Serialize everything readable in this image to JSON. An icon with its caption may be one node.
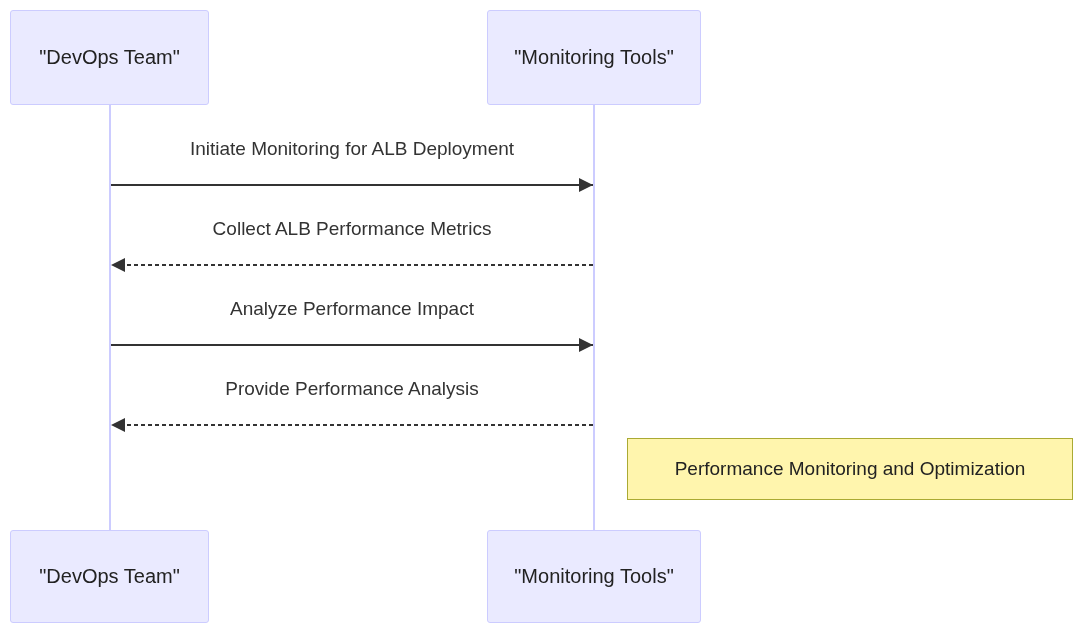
{
  "diagram": {
    "nodes": [
      {
        "text": [
          "\"DevOps Team\""
        ]
      },
      {
        "text": [
          "\"Monitoring Tools\""
        ]
      },
      {
        "text": [],
        "shape": "bar"
      },
      {
        "text": [],
        "shape": "bar"
      },
      {
        "text": [
          "Performance Monitoring and Optimization"
        ]
      },
      {
        "text": [
          "\"DevOps Team\""
        ]
      },
      {
        "text": [
          "\"Monitoring Tools\""
        ]
      }
    ],
    "edges": [
      {
        "from": 2,
        "to": 3,
        "arrow": "to",
        "label": "Initiate Monitoring for ALB Deployment"
      },
      {
        "from": 3,
        "to": 2,
        "arrow": "to",
        "label": "Collect ALB Performance Metrics",
        "style": "dashed"
      },
      {
        "from": 2,
        "to": 3,
        "arrow": "to",
        "label": "Analyze Performance Impact"
      },
      {
        "from": 3,
        "to": 2,
        "arrow": "to",
        "label": "Provide Performance Analysis",
        "style": "dashed"
      }
    ]
  }
}
